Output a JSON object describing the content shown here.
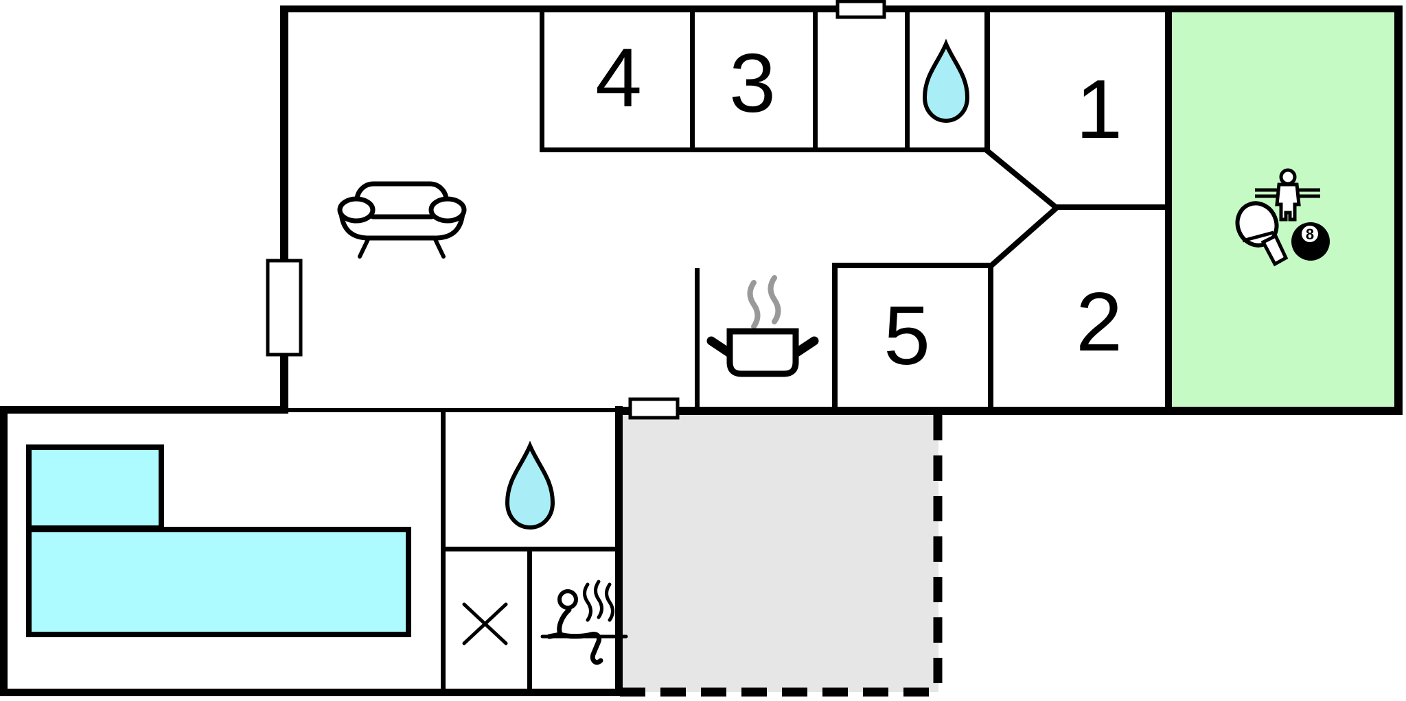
{
  "labels": {
    "bedroom_4": "4",
    "bedroom_3": "3",
    "bedroom_1": "1",
    "bedroom_2": "2",
    "room_5": "5",
    "eight_ball": "8"
  },
  "colors": {
    "wall": "#000000",
    "background": "#ffffff",
    "game_room": "#c5fac5",
    "water_drop": "#a9eef6",
    "pool": "#adfaff",
    "terrace": "#e6e6e6",
    "steam": "#999999"
  },
  "icons": [
    {
      "name": "sofa-icon",
      "meaning": "living room"
    },
    {
      "name": "water-drop-icon",
      "meaning": "bathroom (upper)"
    },
    {
      "name": "stove-pot-icon",
      "meaning": "kitchen"
    },
    {
      "name": "water-drop-icon",
      "meaning": "bathroom (annex)"
    },
    {
      "name": "cross-icon",
      "meaning": "utility room"
    },
    {
      "name": "sauna-icon",
      "meaning": "sauna"
    },
    {
      "name": "table-tennis-paddle-icon",
      "meaning": "game room"
    },
    {
      "name": "foosball-player-icon",
      "meaning": "game room"
    },
    {
      "name": "eight-ball-icon",
      "meaning": "game room"
    },
    {
      "name": "window-symbol",
      "meaning": "window"
    },
    {
      "name": "door-symbol",
      "meaning": "door / opening"
    }
  ]
}
